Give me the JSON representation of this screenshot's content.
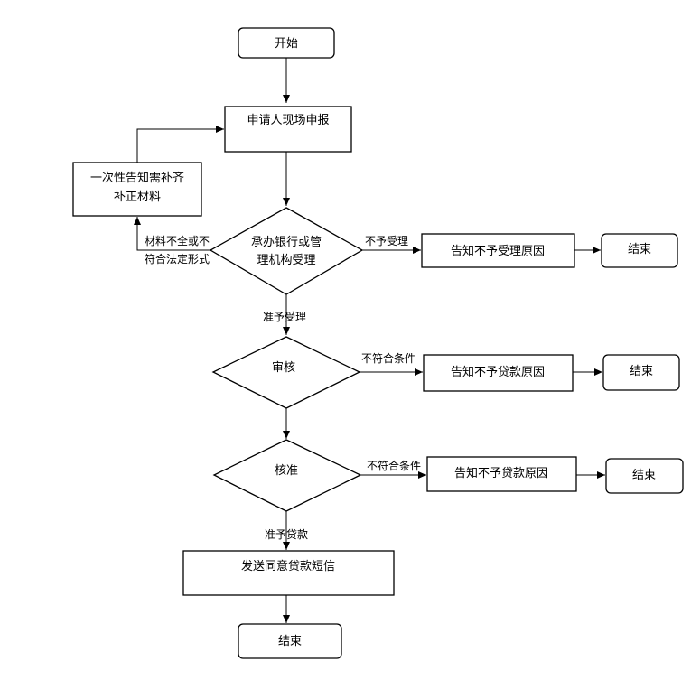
{
  "nodes": {
    "start": "开始",
    "apply": "申请人现场申报",
    "supplement_line1": "一次性告知需补齐",
    "supplement_line2": "补正材料",
    "accept_line1": "承办银行或管",
    "accept_line2": "理机构受理",
    "reject_accept_reason": "告知不予受理原因",
    "end_1": "结束",
    "review": "审核",
    "reject_loan_reason_1": "告知不予贷款原因",
    "end_2": "结束",
    "approve": "核准",
    "reject_loan_reason_2": "告知不予贷款原因",
    "end_3": "结束",
    "send_sms": "发送同意贷款短信",
    "end_final": "结束"
  },
  "edges": {
    "incomplete_line1": "材料不全或不",
    "incomplete_line2": "符合法定形式",
    "not_accepted": "不予受理",
    "accepted": "准予受理",
    "review_fail": "不符合条件",
    "approve_fail": "不符合条件",
    "loan_granted": "准予贷款"
  }
}
